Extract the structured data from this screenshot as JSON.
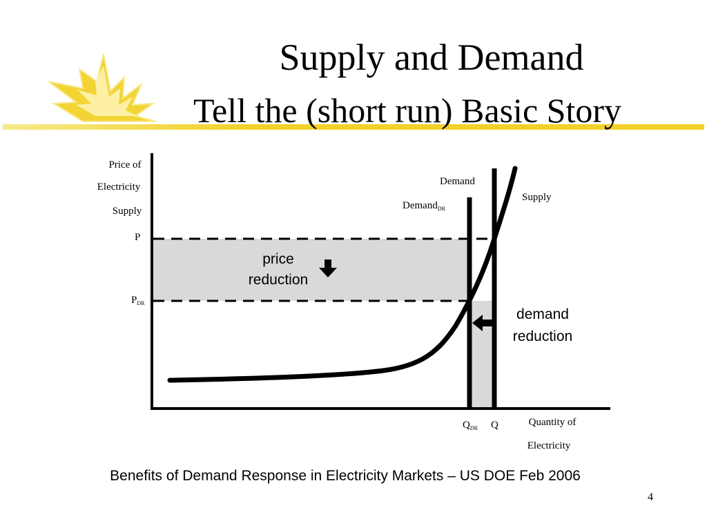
{
  "slide": {
    "title_line1": "Supply and Demand",
    "title_line2": "Tell the (short run) Basic Story",
    "caption": "Benefits of Demand Response in Electricity Markets – US DOE Feb 2006",
    "page_number": "4",
    "accent_color": "#f2d22a"
  },
  "diagram": {
    "y_axis_label": [
      "Price of",
      "Electricity",
      "Supply"
    ],
    "x_axis_label": [
      "Quantity of",
      "Electricity"
    ],
    "price_label": "P",
    "price_dr_label": "P",
    "price_dr_subscript": "DR",
    "quantity_label": "Q",
    "quantity_dr_label": "Q",
    "quantity_dr_subscript": "DR",
    "demand_label": "Demand",
    "demand_dr_label": "Demand",
    "demand_dr_subscript": "DR",
    "supply_label": "Supply",
    "price_reduction_label": [
      "price",
      "reduction"
    ],
    "demand_reduction_label": [
      "demand",
      "reduction"
    ],
    "shade_color": "#d9d9d9"
  }
}
